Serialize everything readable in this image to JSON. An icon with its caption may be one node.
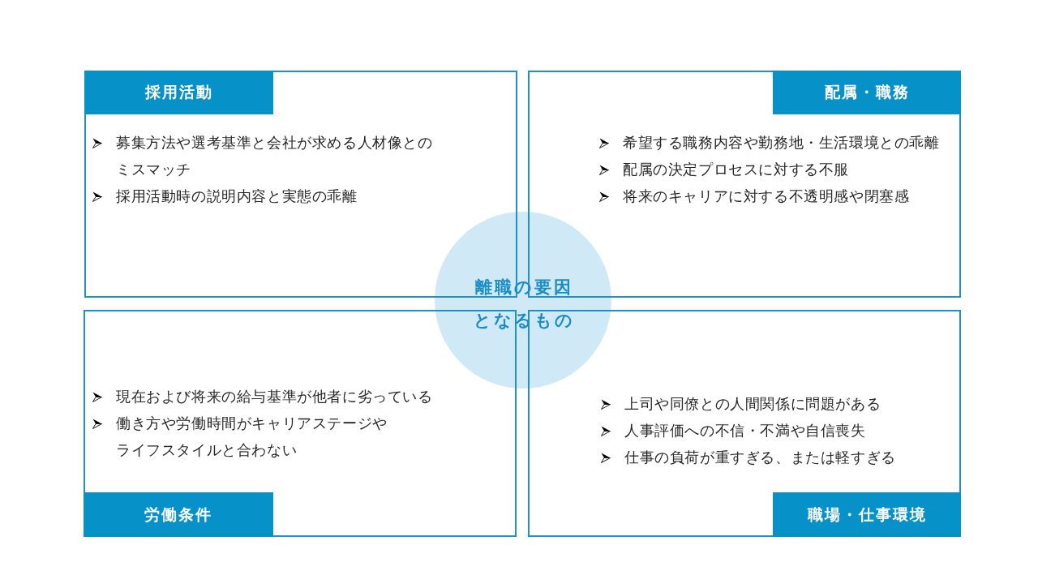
{
  "diagram": {
    "nodes": [
      {
        "text": [
          "募集方法や選考基準と会社が求める人材像とのミスマッチ",
          "採用活動時の説明内容と実態の乖離"
        ]
      },
      {
        "text": [
          "採用活動"
        ],
        "in": 0
      },
      {
        "text": [
          "希望する職務内容や勤務地・生活環境との乖離",
          "配属の決定プロセスに対する不服",
          "将来のキャリアに対する不透明感や閉塞感"
        ]
      },
      {
        "text": [
          "配属・職務"
        ],
        "in": 2
      },
      {
        "text": [
          "離職の要因となるもの"
        ]
      },
      {
        "text": [
          "現在および将来の給与基準が他者に劣っている",
          "働き方や労働時間がキャリアステージやライフスタイルと合わない"
        ]
      },
      {
        "text": [
          "労働条件"
        ],
        "in": 5
      },
      {
        "text": [
          "上司や同僚との人間関係に問題がある",
          "人事評価への不信・不満や自信喪失",
          "仕事の負荷が重すぎる、または軽すぎる"
        ]
      },
      {
        "text": [
          "職場・仕事環境"
        ],
        "in": 7
      }
    ]
  }
}
